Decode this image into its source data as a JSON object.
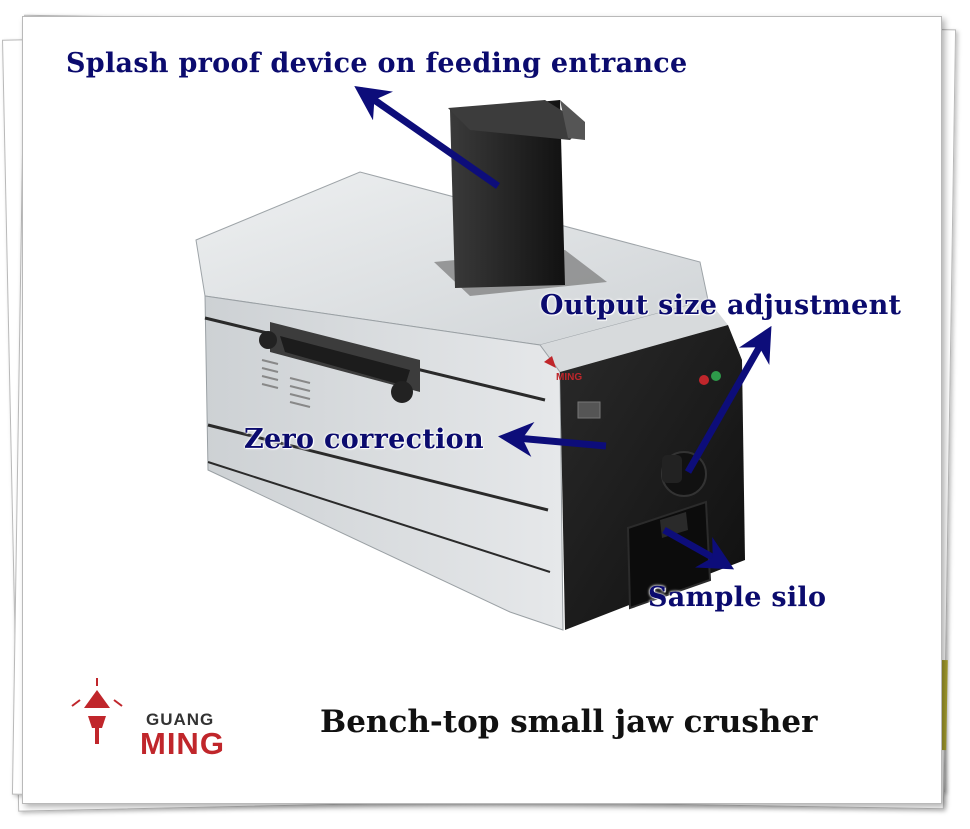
{
  "callouts": {
    "splash": "Splash proof device on feeding entrance",
    "output": "Output size adjustment",
    "zero": "Zero correction",
    "silo": "Sample silo"
  },
  "caption": "Bench-top small jaw crusher",
  "logo": {
    "line1": "GUANG",
    "line2": "MING",
    "brand_color": "#c0262b"
  },
  "device_badge": "MING",
  "colors": {
    "label": "#0b0b6e",
    "arrow": "#0d0d7a",
    "body": "#dcdfe1",
    "dark": "#1a1a1a"
  }
}
